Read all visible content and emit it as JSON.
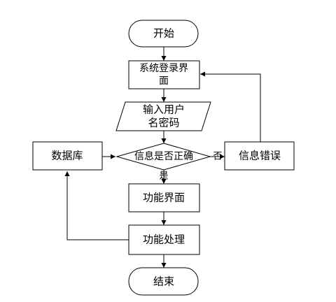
{
  "nodes": {
    "start": "开始",
    "login": [
      "系统登录界",
      "面"
    ],
    "input": [
      "输入用户",
      "名密码"
    ],
    "check": "信息是否正确",
    "database": "数据库",
    "error": "信息错误",
    "function_ui": "功能界面",
    "process": "功能处理",
    "end": "结束"
  },
  "edges": {
    "no_label": "否",
    "yes_label": "是"
  },
  "colors": {
    "stroke": "#000000",
    "fill": "#ffffff"
  }
}
